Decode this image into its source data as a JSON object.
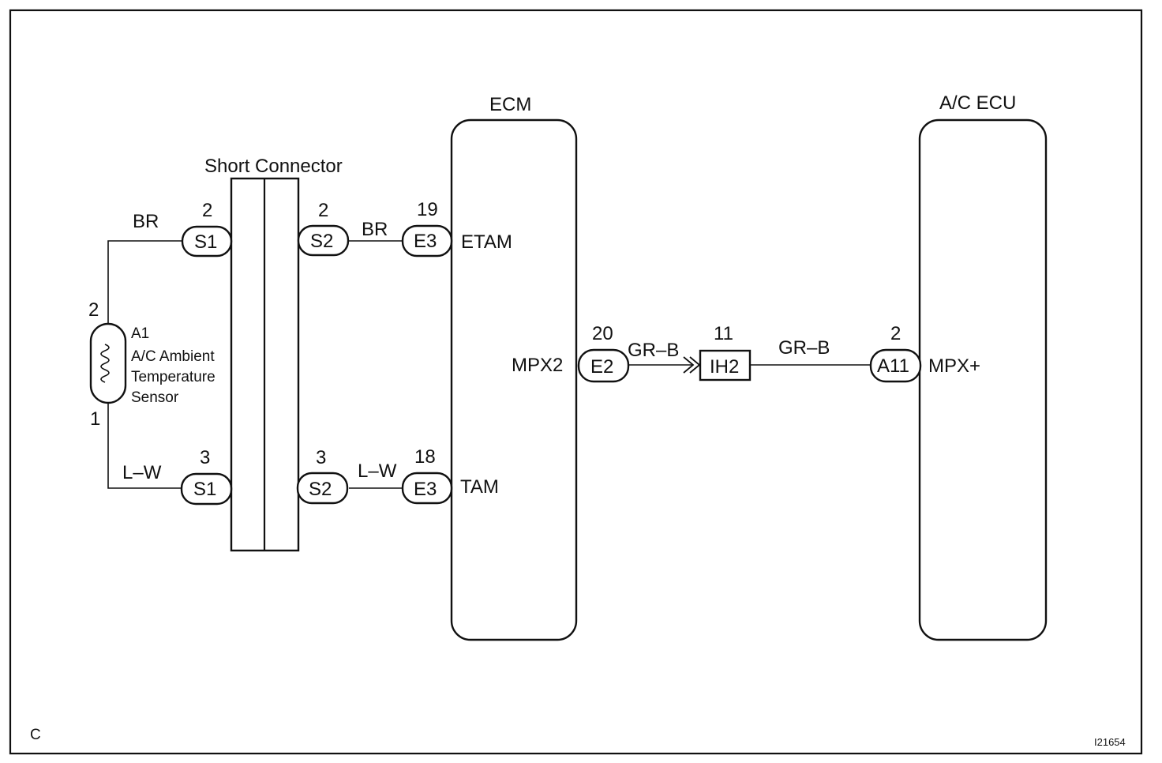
{
  "ecm": {
    "title": "ECM",
    "etam": "ETAM",
    "tam": "TAM",
    "mpx2": "MPX2"
  },
  "ac_ecu": {
    "title": "A/C ECU",
    "mpx": "MPX+"
  },
  "short_connector": {
    "title": "Short Connector"
  },
  "sensor": {
    "id": "A1",
    "name_line1": "A/C Ambient",
    "name_line2": "Temperature",
    "name_line3": "Sensor",
    "pin_top": "2",
    "pin_bottom": "1"
  },
  "connectors": {
    "s1_top": {
      "label": "S1",
      "pin": "2"
    },
    "s1_bottom": {
      "label": "S1",
      "pin": "3"
    },
    "s2_top": {
      "label": "S2",
      "pin": "2"
    },
    "s2_bottom": {
      "label": "S2",
      "pin": "3"
    },
    "e3_top": {
      "label": "E3",
      "pin": "19"
    },
    "e3_bottom": {
      "label": "E3",
      "pin": "18"
    },
    "e2": {
      "label": "E2",
      "pin": "20"
    },
    "ih2": {
      "label": "IH2",
      "pin": "11"
    },
    "a11": {
      "label": "A11",
      "pin": "2"
    }
  },
  "wires": {
    "br_left": "BR",
    "br_right": "BR",
    "lw_left": "L–W",
    "lw_right": "L–W",
    "grb_left": "GR–B",
    "grb_right": "GR–B"
  },
  "corner_letter": "C",
  "figure_code": "I21654"
}
